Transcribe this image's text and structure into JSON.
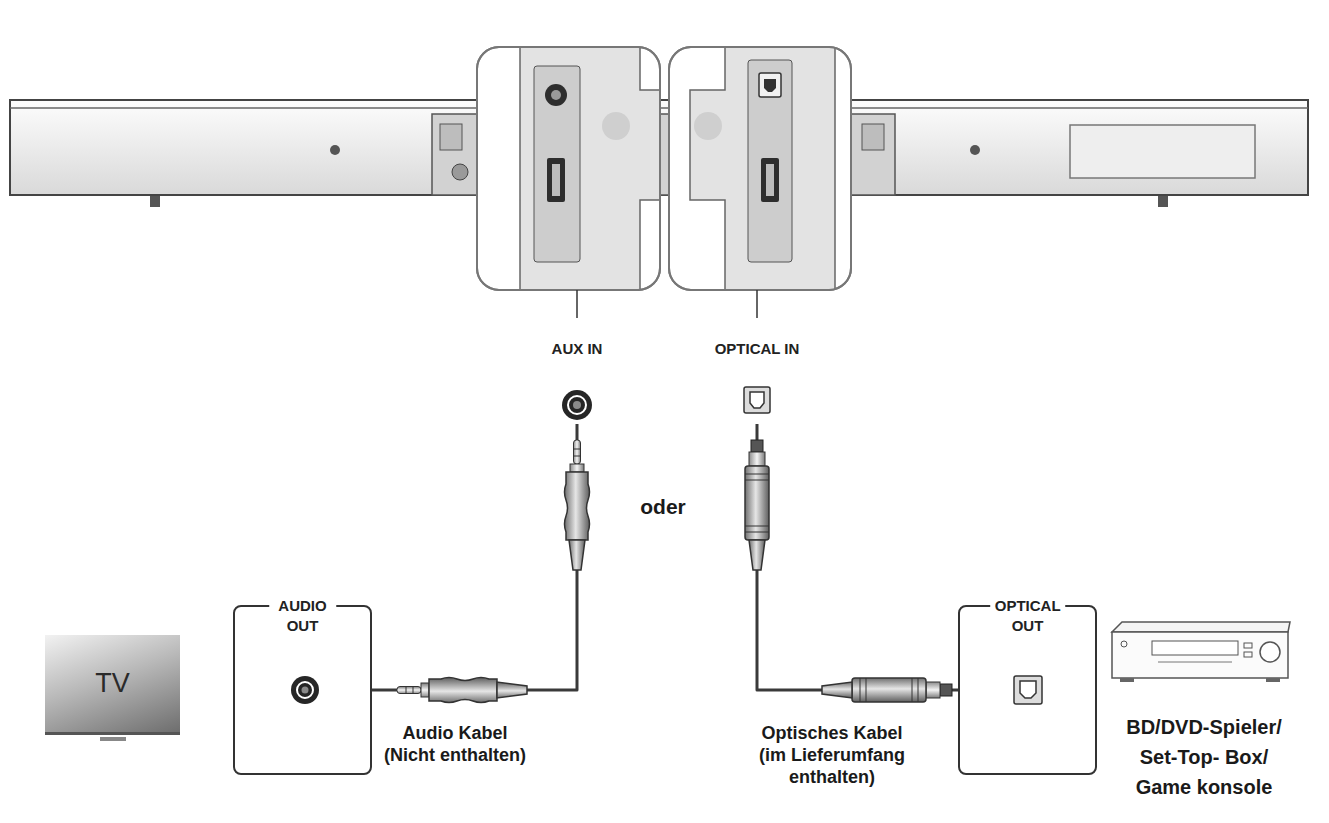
{
  "diagram": {
    "nodes": [
      {
        "text": [
          "AUX IN"
        ]
      },
      {
        "text": [
          "OPTICAL IN"
        ]
      },
      {
        "text": [
          "TV"
        ]
      },
      {
        "text": [
          "AUDIO OUT"
        ]
      },
      {
        "text": [
          "OPTICAL OUT"
        ]
      }
    ],
    "edges": [
      {
        "from": 3,
        "to": 0,
        "arrow": "none"
      },
      {
        "from": 4,
        "to": 1,
        "arrow": "none"
      }
    ],
    "labels": [
      "oder",
      "Audio Kabel (Nicht enthalten)",
      "Optisches Kabel (im Lieferumfang enthalten)",
      "BD/DVD-Spieler/ Set-Top- Box/ Game konsole"
    ]
  }
}
